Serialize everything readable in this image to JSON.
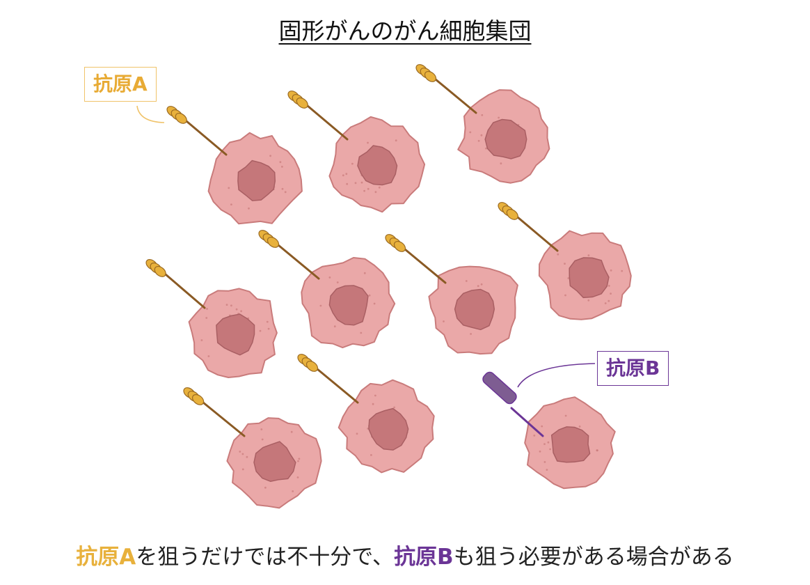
{
  "title": "固形がんのがん細胞集団",
  "labels": {
    "antigen_a": "抗原A",
    "antigen_b": "抗原B"
  },
  "caption": {
    "antigen_a": "抗原A",
    "part1": "を狙うだけでは不十分で、",
    "antigen_b": "抗原B",
    "part2": "も狙う必要がある場合がある"
  },
  "colors": {
    "cell_body": "#eaa8a8",
    "cell_outline": "#c97b7b",
    "nucleus": "#c5777a",
    "antigen_a": "#e8b13c",
    "antigen_a_stalk": "#8a5a24",
    "antigen_b": "#6b3596",
    "antigen_b_body": "#7e5d92"
  },
  "cells": [
    {
      "antigen": "A"
    },
    {
      "antigen": "A"
    },
    {
      "antigen": "A"
    },
    {
      "antigen": "A"
    },
    {
      "antigen": "A"
    },
    {
      "antigen": "A"
    },
    {
      "antigen": "A"
    },
    {
      "antigen": "A"
    },
    {
      "antigen": "A"
    },
    {
      "antigen": "B"
    }
  ]
}
